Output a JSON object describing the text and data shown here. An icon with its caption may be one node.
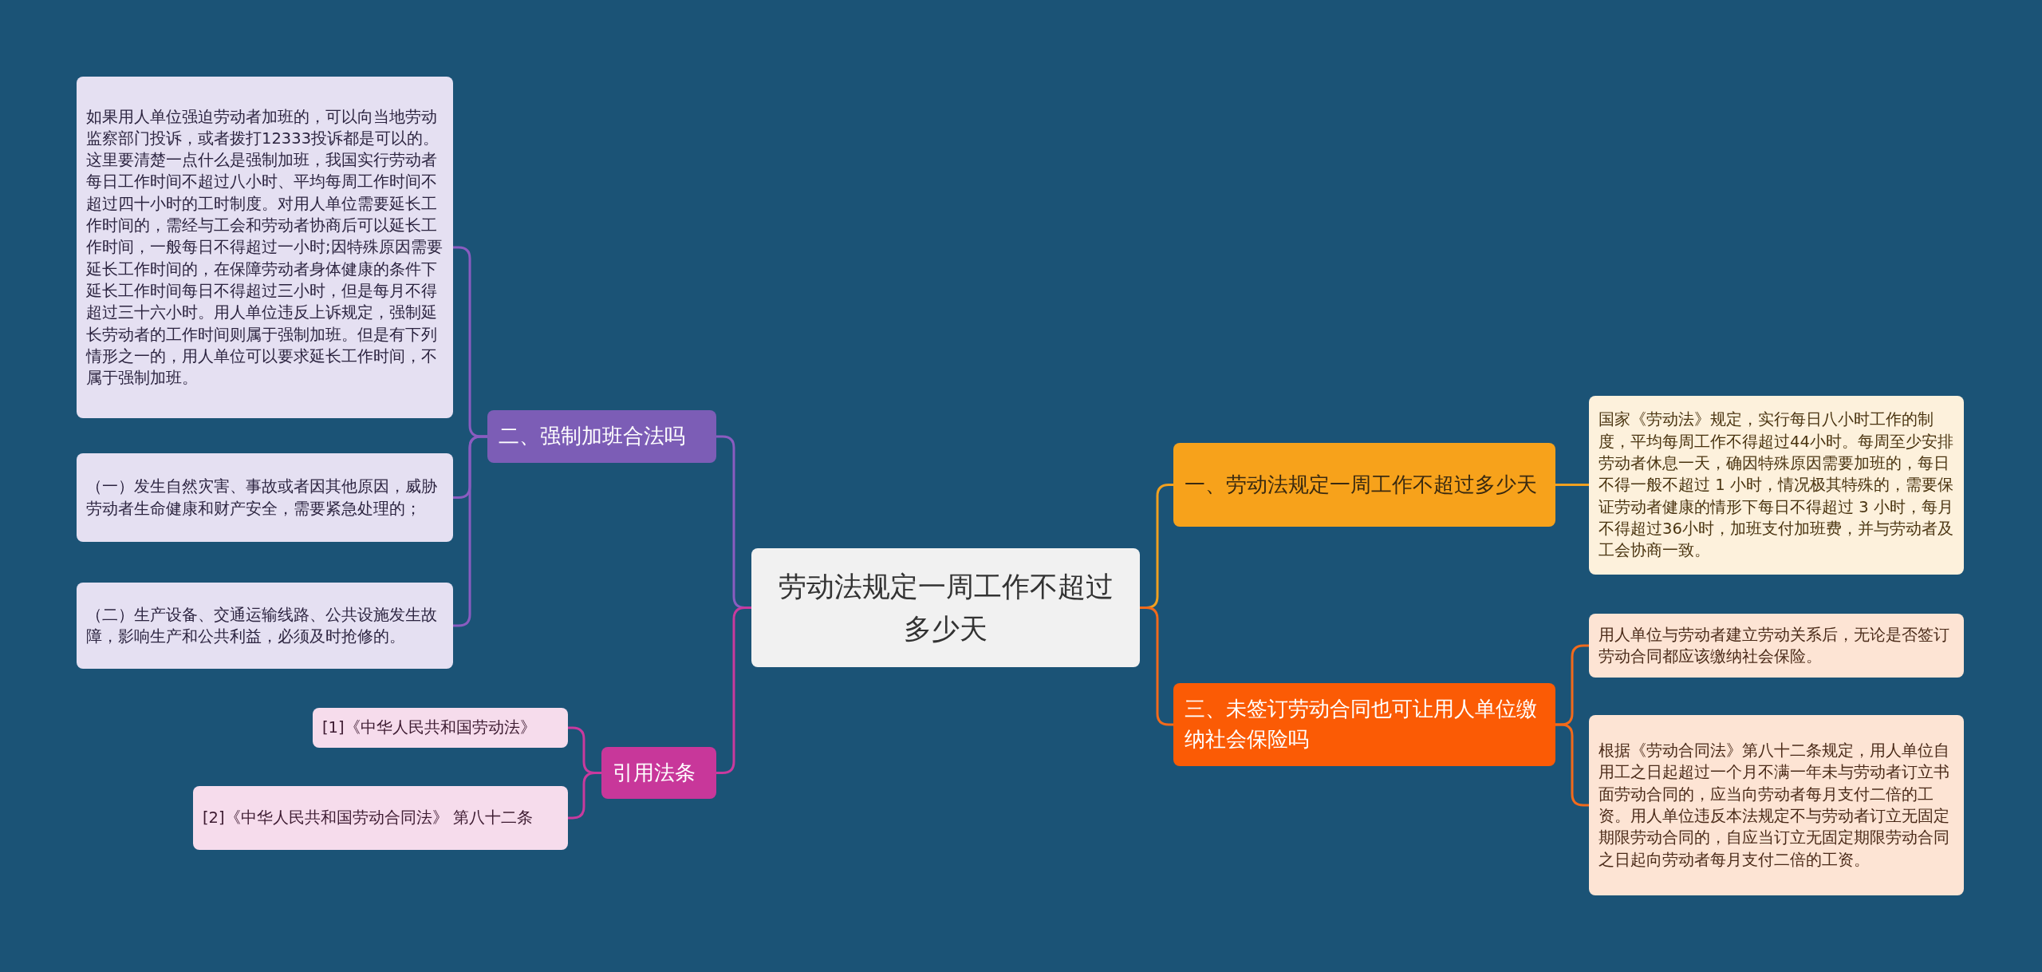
{
  "diagram": {
    "nodes": [
      {
        "text": [
          "劳动法规定一周工作不超过多少天"
        ]
      },
      {
        "text": [
          "一、劳动法规定一周工作不超过多少天"
        ]
      },
      {
        "text": [
          "国家《劳动法》规定，实行每日八小时工作的制度，平均每周工作不得超过44小时。每周至少安排劳动者休息一天，确因特殊原因需要加班的，每日不得一般不超过 1 小时，情况极其特殊的，需要保证劳动者健康的情形下每日不得超过 3 小时，每月不得超过36小时，加班支付加班费，并与劳动者及工会协商一致。"
        ]
      },
      {
        "text": [
          "三、未签订劳动合同也可让用人单位缴纳社会保险吗"
        ]
      },
      {
        "text": [
          "用人单位与劳动者建立劳动关系后，无论是否签订劳动合同都应该缴纳社会保险。"
        ]
      },
      {
        "text": [
          "根据《劳动合同法》第八十二条规定，用人单位自用工之日起超过一个月不满一年未与劳动者订立书面劳动合同的，应当向劳动者每月支付二倍的工资。用人单位违反本法规定不与劳动者订立无固定期限劳动合同的，自应当订立无固定期限劳动合同之日起向劳动者每月支付二倍的工资。"
        ]
      },
      {
        "text": [
          "二、强制加班合法吗"
        ]
      },
      {
        "text": [
          "如果用人单位强迫劳动者加班的，可以向当地劳动监察部门投诉，或者拨打12333投诉都是可以的。这里要清楚一点什么是强制加班，我国实行劳动者每日工作时间不超过八小时、平均每周工作时间不超过四十小时的工时制度。对用人单位需要延长工作时间的，需经与工会和劳动者协商后可以延长工作时间，一般每日不得超过一小时;因特殊原因需要延长工作时间的，在保障劳动者身体健康的条件下延长工作时间每日不得超过三小时，但是每月不得超过三十六小时。用人单位违反上诉规定，强制延长劳动者的工作时间则属于强制加班。但是有下列情形之一的，用人单位可以要求延长工作时间，不属于强制加班。"
        ]
      },
      {
        "text": [
          "（一）发生自然灾害、事故或者因其他原因，威胁劳动者生命健康和财产安全，需要紧急处理的；"
        ]
      },
      {
        "text": [
          "（二）生产设备、交通运输线路、公共设施发生故障，影响生产和公共利益，必须及时抢修的。"
        ]
      },
      {
        "text": [
          "引用法条"
        ]
      },
      {
        "text": [
          "[1]《中华人民共和国劳动法》"
        ]
      },
      {
        "text": [
          "[2]《中华人民共和国劳动合同法》 第八十二条"
        ]
      }
    ],
    "edges": [
      {
        "from": 0,
        "to": 1,
        "arrow": "none",
        "color": "#f0a020"
      },
      {
        "from": 1,
        "to": 2,
        "arrow": "none",
        "color": "#f0a020"
      },
      {
        "from": 0,
        "to": 3,
        "arrow": "none",
        "color": "#f26a1b"
      },
      {
        "from": 3,
        "to": 4,
        "arrow": "none",
        "color": "#f26a1b"
      },
      {
        "from": 3,
        "to": 5,
        "arrow": "none",
        "color": "#f26a1b"
      },
      {
        "from": 0,
        "to": 6,
        "arrow": "none",
        "color": "#8a5cc0"
      },
      {
        "from": 6,
        "to": 7,
        "arrow": "none",
        "color": "#8a5cc0"
      },
      {
        "from": 6,
        "to": 8,
        "arrow": "none",
        "color": "#8a5cc0"
      },
      {
        "from": 6,
        "to": 9,
        "arrow": "none",
        "color": "#8a5cc0"
      },
      {
        "from": 0,
        "to": 10,
        "arrow": "none",
        "color": "#c83a9e"
      },
      {
        "from": 10,
        "to": 11,
        "arrow": "none",
        "color": "#c83a9e"
      },
      {
        "from": 10,
        "to": 12,
        "arrow": "none",
        "color": "#c83a9e"
      }
    ]
  }
}
